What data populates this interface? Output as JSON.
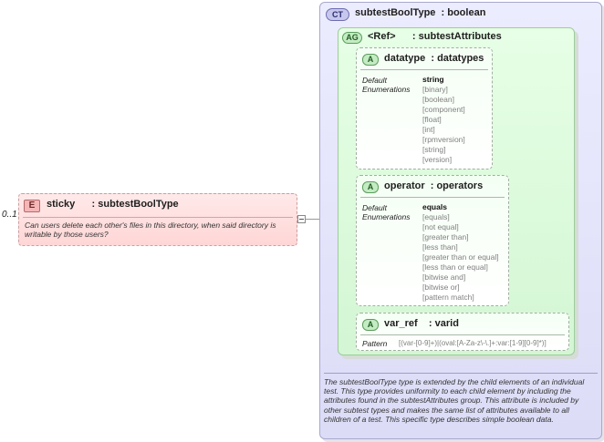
{
  "element": {
    "multiplicity": "0..1",
    "badge": "E",
    "name": "sticky",
    "type": ": subtestBoolType",
    "documentation": "Can users delete each other's files in this directory, when said directory is writable by those users?"
  },
  "complex_type": {
    "badge": "CT",
    "title": "subtestBoolType  : boolean",
    "documentation": "The subtestBoolType type is extended by the child elements of an individual test.  This type provides uniformity to each child element by including the attributes found in the subtestAttributes group.  This attribute is included by other subtest types and makes the same list of attributes available to all children of a test.  This specific type describes simple boolean data."
  },
  "attribute_group": {
    "badge": "AG",
    "ref": "<Ref>",
    "name": ": subtestAttributes"
  },
  "attributes": [
    {
      "badge": "A",
      "title": "datatype  : datatypes",
      "default_label": "Default",
      "enum_label": "Enumerations",
      "default": "string",
      "enumerations": [
        "[binary]",
        "[boolean]",
        "[component]",
        "[float]",
        "[int]",
        "[rpmversion]",
        "[string]",
        "[version]"
      ]
    },
    {
      "badge": "A",
      "title": "operator  : operators",
      "default_label": "Default",
      "enum_label": "Enumerations",
      "default": "equals",
      "enumerations": [
        "[equals]",
        "[not equal]",
        "[greater than]",
        "[less than]",
        "[greater than or equal]",
        "[less than or equal]",
        "[bitwise and]",
        "[bitwise or]",
        "[pattern match]"
      ]
    },
    {
      "badge": "A",
      "title": "var_ref    : varid",
      "pattern_label": "Pattern",
      "pattern": "[(var-[0-9]+)|(oval:[A-Za-z\\-\\.]+:var:[1-9][0-9]*)]"
    }
  ]
}
